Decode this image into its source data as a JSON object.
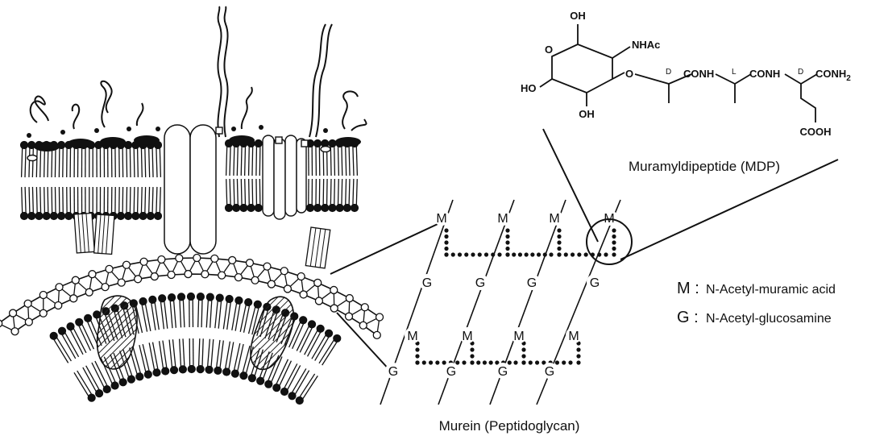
{
  "labels": {
    "mdp": "Muramyldipeptide  (MDP)",
    "murein": "Murein  (Peptidoglycan)"
  },
  "legend": [
    {
      "key": "M :",
      "text": "N-Acetyl-muramic acid"
    },
    {
      "key": "G :",
      "text": "N-Acetyl-glucosamine"
    }
  ],
  "mdp_structure": {
    "oh_top": "OH",
    "nhac": "NHAc",
    "ring_o": "O",
    "ho_left": "HO",
    "oh_bottom": "OH",
    "ether_o": "O",
    "d1": "D",
    "conh1": "CONH",
    "l": "L",
    "conh2": "CONH",
    "d2": "D",
    "conh2_end": "CONH",
    "conh2_sub": "2",
    "cooh": "COOH"
  },
  "lattice": {
    "m_label": "M",
    "g_label": "G"
  },
  "colors": {
    "ink": "#111111",
    "paper": "#ffffff",
    "hatch": "#333333"
  }
}
